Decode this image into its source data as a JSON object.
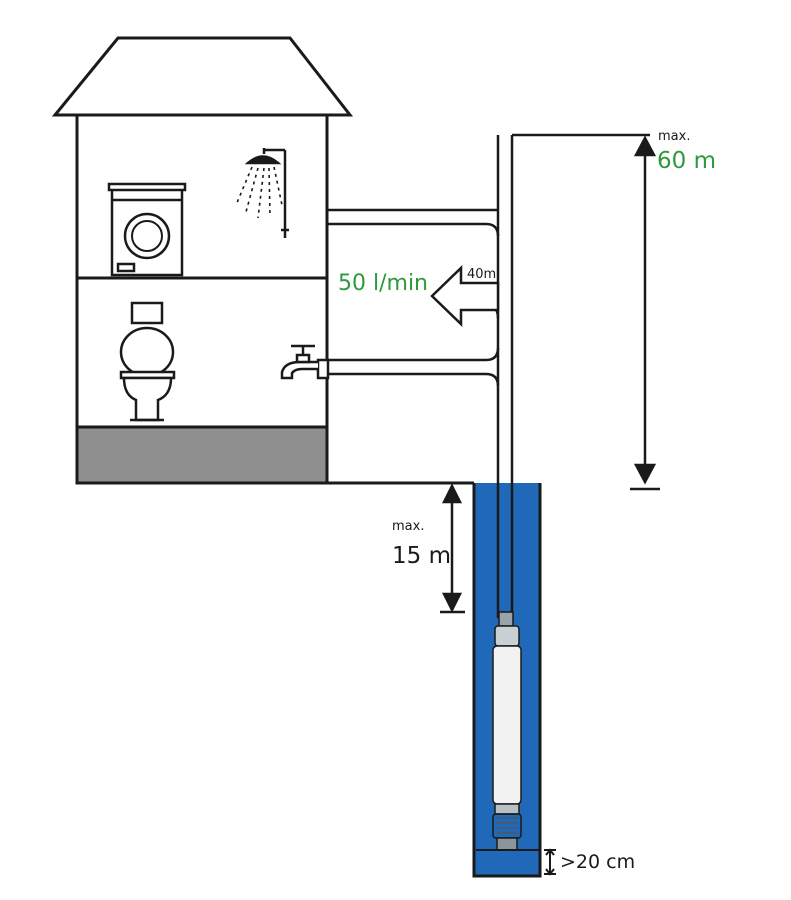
{
  "labels": {
    "head_max_prefix": "max.",
    "head_max_value": "60 m",
    "flow_rate": "50 l/min",
    "flow_head": "40m",
    "depth_max_prefix": "max.",
    "depth_max_value": "15 m",
    "clearance": ">20 cm"
  },
  "colors": {
    "line": "#1a1a1a",
    "green_text": "#2e9a3c",
    "water": "#1f69b8",
    "ground_fill": "#8f8f8f",
    "pump_body": "#f2f2f2"
  },
  "icons": [
    "house-roof",
    "shower-icon",
    "washing-machine-icon",
    "toilet-icon",
    "faucet-icon",
    "submersible-pump-icon"
  ]
}
